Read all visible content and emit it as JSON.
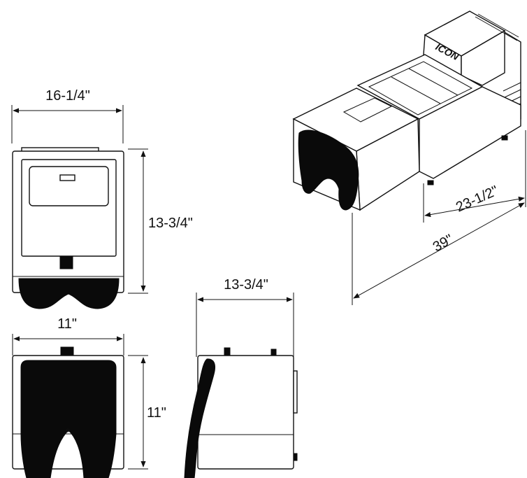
{
  "dimensions": {
    "top_width": "16-1/4\"",
    "top_height": "13-3/4\"",
    "front_width": "11\"",
    "front_height": "11\"",
    "side_width": "13-3/4\"",
    "iso_depth": "23-1/2\"",
    "iso_length": "39\""
  },
  "product_logo": "ICON",
  "colors": {
    "line": "#111111",
    "fill_dark": "#0a0a0a",
    "background": "#ffffff"
  }
}
